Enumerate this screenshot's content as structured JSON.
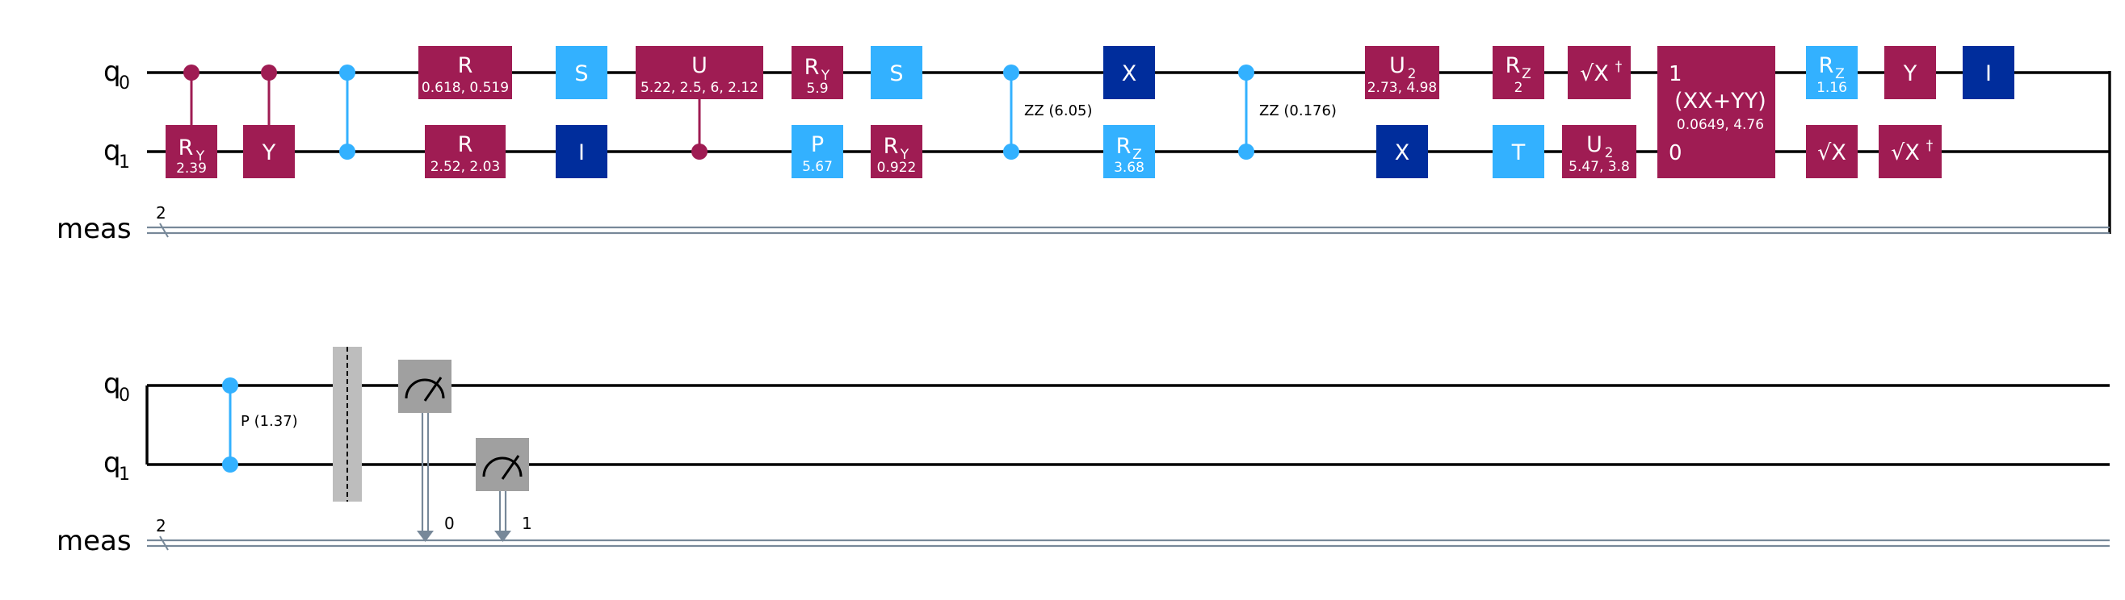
{
  "wires": {
    "q0_main": "q",
    "q0_sub": "0",
    "q1_main": "q",
    "q1_sub": "1",
    "meas": "meas",
    "meas_bits": "2"
  },
  "colors": {
    "magenta": "#9F1C53",
    "light_blue": "#33B1FF",
    "dark_blue": "#002D9C",
    "barrier": "#BDBDBD",
    "measure": "#A0A0A0",
    "classical": "#778899"
  },
  "row1": {
    "g_ry1": {
      "name": "R",
      "sub": "Y",
      "param": "2.39"
    },
    "g_y1": {
      "name": "Y"
    },
    "g_r1": {
      "name": "R",
      "param": "0.618, 0.519"
    },
    "g_r2": {
      "name": "R",
      "param": "2.52, 2.03"
    },
    "g_s1": {
      "name": "S"
    },
    "g_i1": {
      "name": "I"
    },
    "g_u": {
      "name": "U",
      "param": "5.22, 2.5, 6, 2.12"
    },
    "g_ry2": {
      "name": "R",
      "sub": "Y",
      "param": "5.9"
    },
    "g_p1": {
      "name": "P",
      "param": "5.67"
    },
    "g_s2": {
      "name": "S"
    },
    "g_ry3": {
      "name": "R",
      "sub": "Y",
      "param": "0.922"
    },
    "zz1": "ZZ (6.05)",
    "g_x1": {
      "name": "X"
    },
    "g_rz1": {
      "name": "R",
      "sub": "Z",
      "param": "3.68"
    },
    "zz2": "ZZ (0.176)",
    "g_u2a": {
      "name": "U",
      "sub": "2",
      "param": "2.73, 4.98"
    },
    "g_x2": {
      "name": "X"
    },
    "g_rz2": {
      "name": "R",
      "sub": "Z",
      "param": "2"
    },
    "g_t": {
      "name": "T"
    },
    "g_sxdg1": {
      "name": "√X",
      "sup": "†"
    },
    "g_u2b": {
      "name": "U",
      "sub": "2",
      "param": "5.47, 3.8"
    },
    "g_xxyy": {
      "name": "(XX+YY)",
      "param": "0.0649, 4.76",
      "port1": "1",
      "port0": "0"
    },
    "g_rz3": {
      "name": "R",
      "sub": "Z",
      "param": "1.16"
    },
    "g_sx": {
      "name": "√X"
    },
    "g_y2": {
      "name": "Y"
    },
    "g_sxdg2": {
      "name": "√X",
      "sup": "†"
    },
    "g_i2": {
      "name": "I"
    }
  },
  "row2": {
    "cp": "P (1.37)",
    "meas_bit0": "0",
    "meas_bit1": "1"
  }
}
